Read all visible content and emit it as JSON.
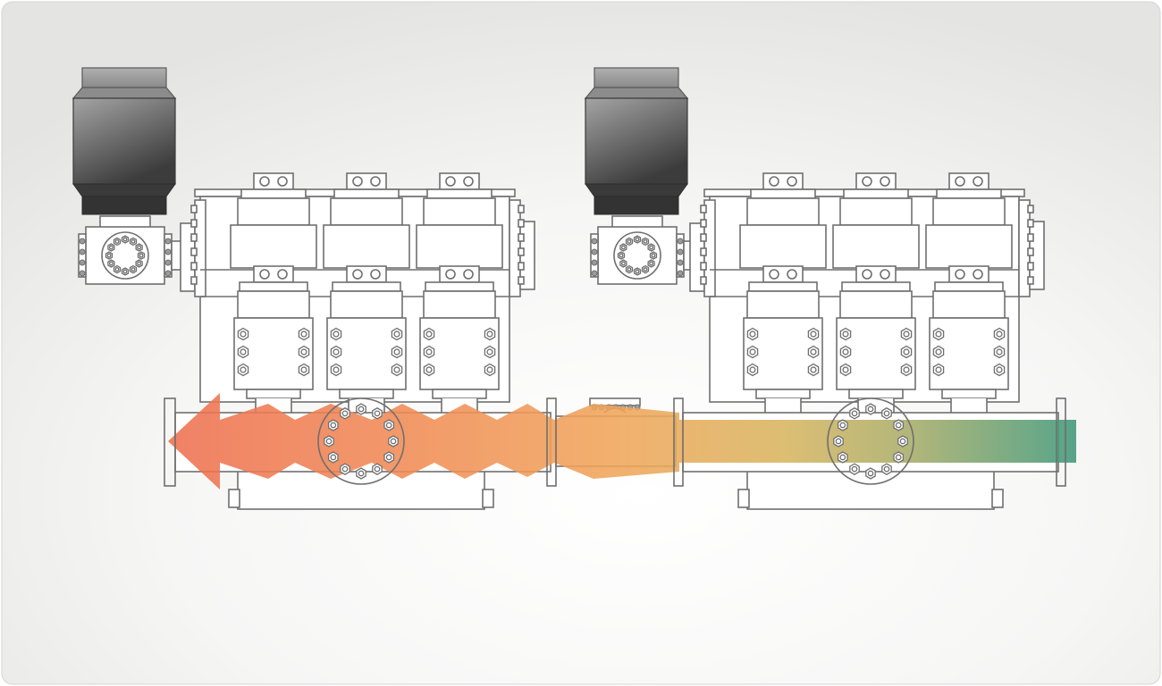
{
  "diagram": {
    "description_visible_text": "",
    "colors": {
      "frame_bg_center": "#ffffff",
      "frame_bg_edge": "#e4e4e2",
      "line": "#6f6f6f",
      "motor_top": "#a4a4a4",
      "motor_bottom": "#3c3c3c",
      "flow_start": "#ee7050",
      "flow_mid": "#f0a050",
      "flow_end": "#40987a"
    },
    "units": [
      {
        "id": "left-pump-unit",
        "motor": "left-motor",
        "cylinders": 3
      },
      {
        "id": "right-pump-unit",
        "motor": "right-motor",
        "cylinders": 3
      }
    ],
    "flow": {
      "direction": "right-to-left",
      "shape": "zigzag-arrow"
    }
  }
}
